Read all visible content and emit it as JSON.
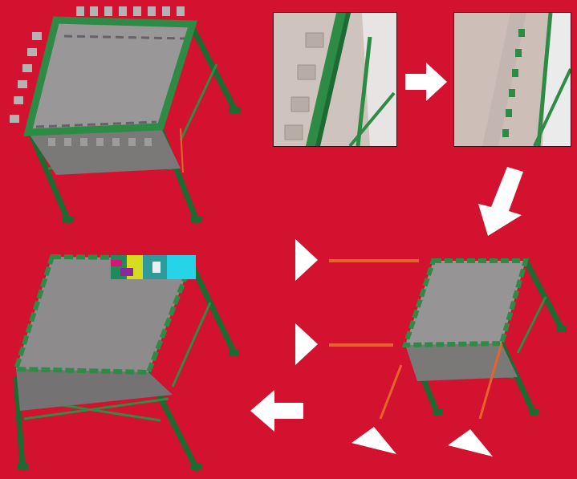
{
  "diagram": {
    "background_color": "#d2122e",
    "frame_color": "#2e8b45",
    "frame_dark": "#1d6a33",
    "panel_color": "#8c8a8c",
    "panel_light": "#a9a6a8",
    "cut_line_color": "#e8632a",
    "arrow_color": "#ffffff",
    "steps": [
      {
        "name": "original-silo-with-outer-flange"
      },
      {
        "name": "flange-detail-before"
      },
      {
        "name": "flange-detail-after"
      },
      {
        "name": "silo-cut-reduced"
      },
      {
        "name": "silo-final-reinforced"
      }
    ],
    "arrows": [
      {
        "name": "arrow-right",
        "direction": "right"
      },
      {
        "name": "arrow-down",
        "direction": "down-left"
      },
      {
        "name": "arrow-left",
        "direction": "left"
      },
      {
        "name": "pointer-upper",
        "direction": "right"
      },
      {
        "name": "pointer-lower",
        "direction": "right"
      },
      {
        "name": "pointer-bottom-left",
        "direction": "up-left"
      },
      {
        "name": "pointer-bottom-right",
        "direction": "up-left"
      }
    ]
  }
}
